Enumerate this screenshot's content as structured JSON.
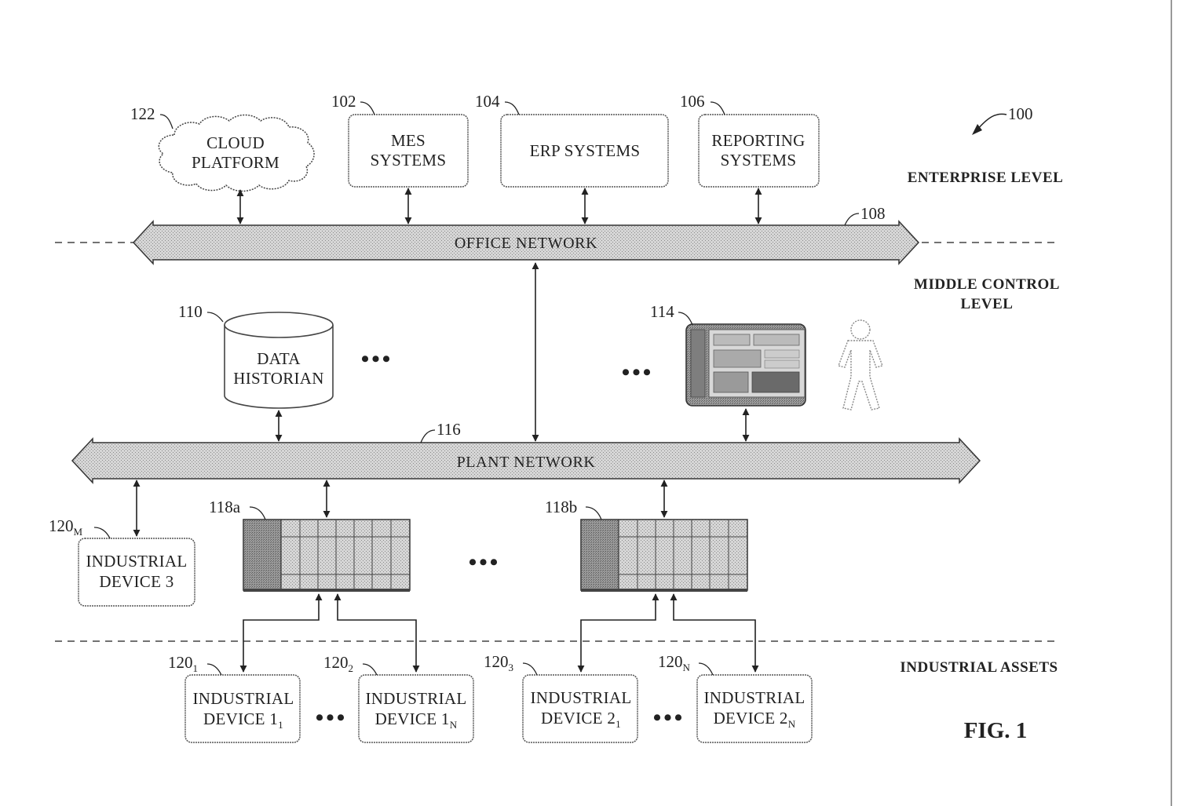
{
  "figure": {
    "ref": "100",
    "label": "FIG. 1"
  },
  "levels": {
    "enterprise": "ENTERPRISE LEVEL",
    "middle_line1": "MIDDLE CONTROL",
    "middle_line2": "LEVEL",
    "assets": "INDUSTRIAL ASSETS"
  },
  "cloud": {
    "ref": "122",
    "line1": "CLOUD",
    "line2": "PLATFORM"
  },
  "mes": {
    "ref": "102",
    "line1": "MES",
    "line2": "SYSTEMS"
  },
  "erp": {
    "ref": "104",
    "line1": "ERP SYSTEMS"
  },
  "reporting": {
    "ref": "106",
    "line1": "REPORTING",
    "line2": "SYSTEMS"
  },
  "office_network": {
    "ref": "108",
    "label": "OFFICE NETWORK"
  },
  "historian": {
    "ref": "110",
    "line1": "DATA",
    "line2": "HISTORIAN"
  },
  "hmi": {
    "ref": "114"
  },
  "plant_network": {
    "ref": "116",
    "label": "PLANT NETWORK"
  },
  "controllers": [
    {
      "ref": "118a"
    },
    {
      "ref": "118b"
    }
  ],
  "device_m": {
    "ref": "120",
    "ref_sub": "M",
    "line1": "INDUSTRIAL",
    "line2": "DEVICE 3"
  },
  "devices": [
    {
      "ref": "120",
      "ref_sub": "1",
      "line1": "INDUSTRIAL",
      "line2": "DEVICE 1",
      "line2_sub": "1"
    },
    {
      "ref": "120",
      "ref_sub": "2",
      "line1": "INDUSTRIAL",
      "line2": "DEVICE 1",
      "line2_sub": "N"
    },
    {
      "ref": "120",
      "ref_sub": "3",
      "line1": "INDUSTRIAL",
      "line2": "DEVICE 2",
      "line2_sub": "1"
    },
    {
      "ref": "120",
      "ref_sub": "N",
      "line1": "INDUSTRIAL",
      "line2": "DEVICE 2",
      "line2_sub": "N"
    }
  ],
  "ellipsis": "•••"
}
